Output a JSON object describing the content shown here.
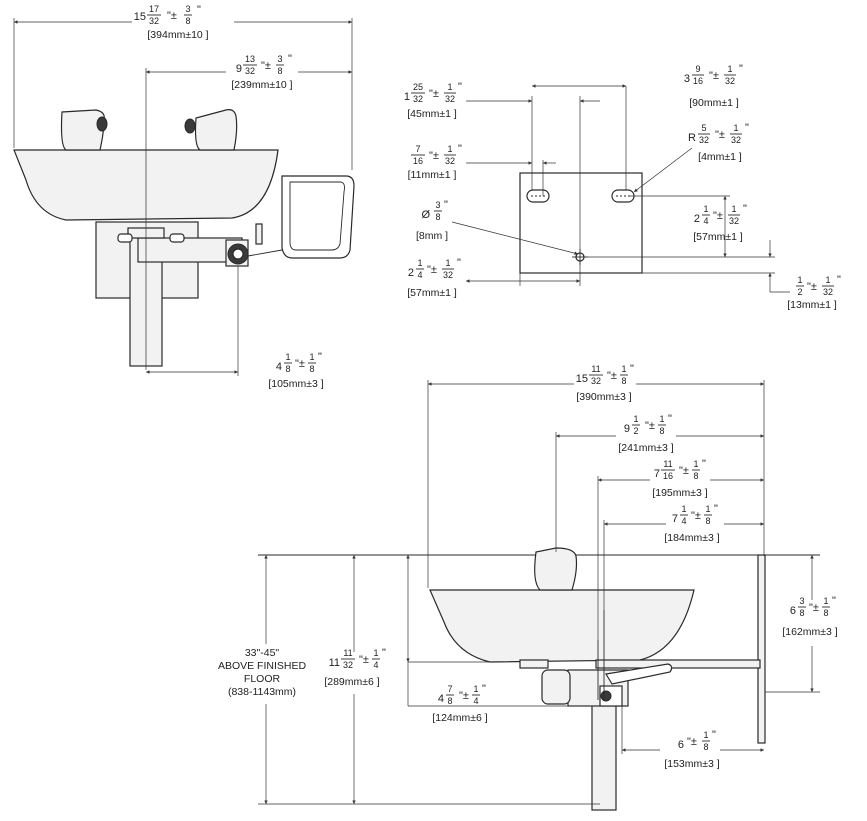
{
  "front_view": {
    "overall_width": {
      "whole": "15",
      "num": "17",
      "den": "32",
      "tol_num": "3",
      "tol_den": "8",
      "metric": "[394mm±10 ]"
    },
    "center_to_right": {
      "whole": "9",
      "num": "13",
      "den": "32",
      "tol_num": "3",
      "tol_den": "8",
      "metric": "[239mm±10 ]"
    },
    "drain_to_valve": {
      "whole": "4",
      "num": "1",
      "den": "8",
      "tol_num": "1",
      "tol_den": "8",
      "metric": "[105mm±3 ]"
    }
  },
  "bracket_view": {
    "top_left": {
      "whole": "1",
      "num": "25",
      "den": "32",
      "tol_num": "1",
      "tol_den": "32",
      "metric": "[45mm±1 ]"
    },
    "top_right": {
      "whole": "3",
      "num": "9",
      "den": "16",
      "tol_num": "1",
      "tol_den": "32",
      "metric": "[90mm±1 ]"
    },
    "slot": {
      "whole": "",
      "num": "7",
      "den": "16",
      "tol_num": "1",
      "tol_den": "32",
      "metric": "[11mm±1 ]"
    },
    "radius": {
      "prefix": "R",
      "num": "5",
      "den": "32",
      "tol_num": "1",
      "tol_den": "32",
      "metric": "[4mm±1 ]"
    },
    "hole": {
      "prefix": "Ø",
      "num": "3",
      "den": "8",
      "metric": "[8mm ]"
    },
    "right_height": {
      "whole": "2",
      "num": "1",
      "den": "4",
      "tol_num": "1",
      "tol_den": "32",
      "metric": "[57mm±1 ]"
    },
    "bottom_width": {
      "whole": "2",
      "num": "1",
      "den": "4",
      "tol_num": "1",
      "tol_den": "32",
      "metric": "[57mm±1 ]"
    },
    "bottom_offset": {
      "whole": "",
      "num": "1",
      "den": "2",
      "tol_num": "1",
      "tol_den": "32",
      "metric": "[13mm±1 ]"
    }
  },
  "side_view": {
    "overall": {
      "whole": "15",
      "num": "11",
      "den": "32",
      "tol_num": "1",
      "tol_den": "8",
      "metric": "[390mm±3 ]"
    },
    "center": {
      "whole": "9",
      "num": "1",
      "den": "2",
      "tol_num": "1",
      "tol_den": "8",
      "metric": "[241mm±3 ]"
    },
    "d195": {
      "whole": "7",
      "num": "11",
      "den": "16",
      "tol_num": "1",
      "tol_den": "8",
      "metric": "[195mm±3 ]"
    },
    "d184": {
      "whole": "7",
      "num": "1",
      "den": "4",
      "tol_num": "1",
      "tol_den": "8",
      "metric": "[184mm±3 ]"
    },
    "height_right": {
      "whole": "6",
      "num": "3",
      "den": "8",
      "tol_num": "1",
      "tol_den": "8",
      "metric": "[162mm±3 ]"
    },
    "depth": {
      "whole": "11",
      "num": "11",
      "den": "32",
      "tol_num": "1",
      "tol_den": "4",
      "metric": "[289mm±6 ]"
    },
    "small_depth": {
      "whole": "4",
      "num": "7",
      "den": "8",
      "tol_num": "1",
      "tol_den": "4",
      "metric": "[124mm±6 ]"
    },
    "bottom": {
      "whole": "6",
      "num": "",
      "den": "",
      "tol_num": "1",
      "tol_den": "8",
      "metric": "[153mm±3 ]"
    },
    "floor": {
      "line1": "33\"-45\"",
      "line2": "ABOVE FINISHED",
      "line3": "FLOOR",
      "line4": "(838-1143mm)"
    }
  }
}
